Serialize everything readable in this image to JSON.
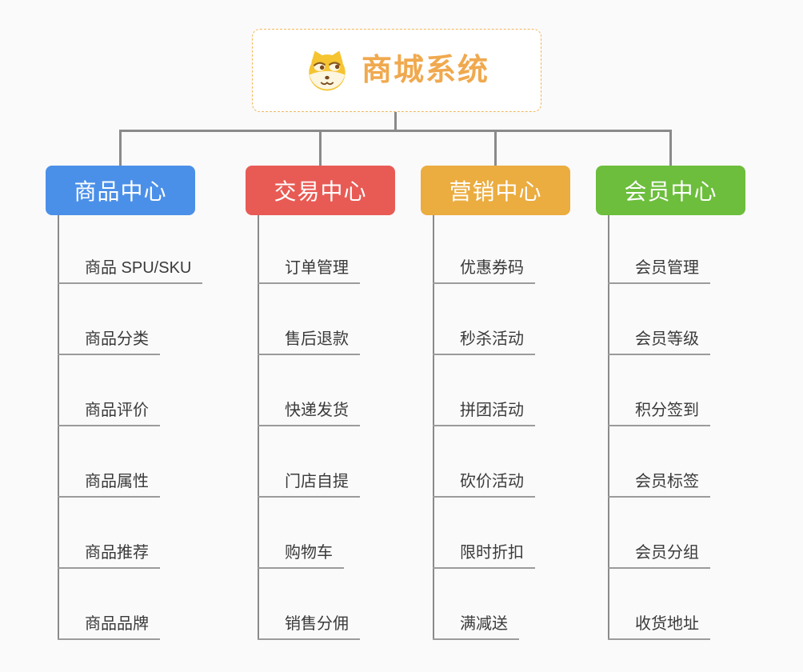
{
  "root": {
    "title": "商城系统",
    "icon": "shiba-dog-icon",
    "title_color": "#F0A94E",
    "border_color": "#F2B75C"
  },
  "connector_color": "#8A8A8A",
  "branches": [
    {
      "label": "商品中心",
      "color": "#4B90E8",
      "items": [
        "商品 SPU/SKU",
        "商品分类",
        "商品评价",
        "商品属性",
        "商品推荐",
        "商品品牌"
      ]
    },
    {
      "label": "交易中心",
      "color": "#E85B55",
      "items": [
        "订单管理",
        "售后退款",
        "快递发货",
        "门店自提",
        "购物车",
        "销售分佣"
      ]
    },
    {
      "label": "营销中心",
      "color": "#EBAC40",
      "items": [
        "优惠券码",
        "秒杀活动",
        "拼团活动",
        "砍价活动",
        "限时折扣",
        "满减送"
      ]
    },
    {
      "label": "会员中心",
      "color": "#6CBE3C",
      "items": [
        "会员管理",
        "会员等级",
        "积分签到",
        "会员标签",
        "会员分组",
        "收货地址"
      ]
    }
  ]
}
